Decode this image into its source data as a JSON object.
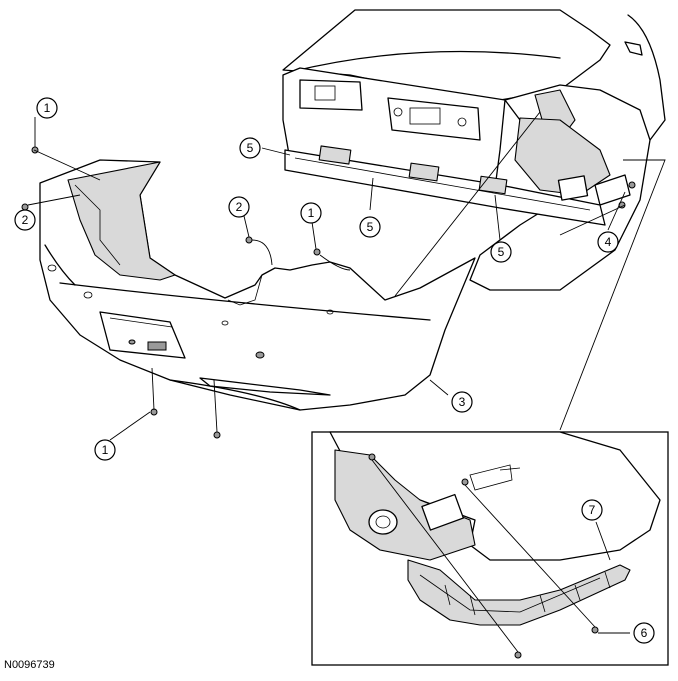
{
  "figure": {
    "reference_code": "N0096739",
    "callouts": [
      {
        "label": "1",
        "target": "bumper-top-left-pin"
      },
      {
        "label": "2",
        "target": "bumper-side-left-screw"
      },
      {
        "label": "5",
        "target": "rear-body-top-left-bracket"
      },
      {
        "label": "2",
        "target": "bumper-top-center-screw"
      },
      {
        "label": "1",
        "target": "bumper-top-center-pin"
      },
      {
        "label": "5",
        "target": "rear-body-center-bracket"
      },
      {
        "label": "5",
        "target": "rear-body-right-bracket"
      },
      {
        "label": "4",
        "target": "quarter-panel-bolt"
      },
      {
        "label": "3",
        "target": "rear-bumper-cover"
      },
      {
        "label": "1",
        "target": "bumper-bottom-pin"
      },
      {
        "label": "7",
        "target": "bumper-side-bracket"
      },
      {
        "label": "6",
        "target": "bracket-screw"
      }
    ]
  }
}
